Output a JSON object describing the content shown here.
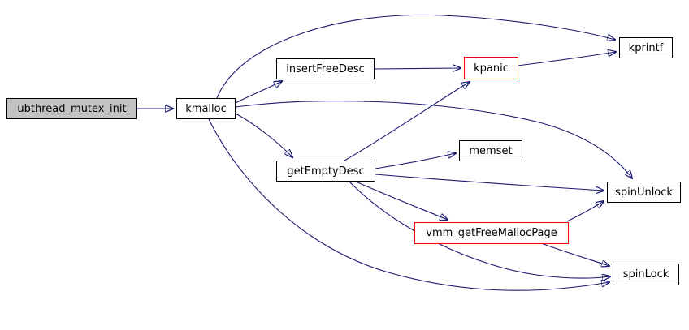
{
  "diagram": {
    "type": "call-graph",
    "nodes": {
      "root": {
        "label": "ubthread_mutex_init",
        "style": "root"
      },
      "kmalloc": {
        "label": "kmalloc",
        "style": "normal"
      },
      "insertFreeDesc": {
        "label": "insertFreeDesc",
        "style": "normal"
      },
      "kpanic": {
        "label": "kpanic",
        "style": "highlight"
      },
      "kprintf": {
        "label": "kprintf",
        "style": "normal"
      },
      "getEmptyDesc": {
        "label": "getEmptyDesc",
        "style": "normal"
      },
      "memset": {
        "label": "memset",
        "style": "normal"
      },
      "vmm": {
        "label": "vmm_getFreeMallocPage",
        "style": "highlight"
      },
      "spinUnlock": {
        "label": "spinUnlock",
        "style": "normal"
      },
      "spinLock": {
        "label": "spinLock",
        "style": "normal"
      }
    },
    "edges": [
      {
        "from": "ubthread_mutex_init",
        "to": "kmalloc"
      },
      {
        "from": "kmalloc",
        "to": "kprintf"
      },
      {
        "from": "kmalloc",
        "to": "insertFreeDesc"
      },
      {
        "from": "kmalloc",
        "to": "getEmptyDesc"
      },
      {
        "from": "kmalloc",
        "to": "spinUnlock"
      },
      {
        "from": "kmalloc",
        "to": "spinLock"
      },
      {
        "from": "insertFreeDesc",
        "to": "kpanic"
      },
      {
        "from": "kpanic",
        "to": "kprintf"
      },
      {
        "from": "getEmptyDesc",
        "to": "kpanic"
      },
      {
        "from": "getEmptyDesc",
        "to": "memset"
      },
      {
        "from": "getEmptyDesc",
        "to": "vmm_getFreeMallocPage"
      },
      {
        "from": "getEmptyDesc",
        "to": "spinUnlock"
      },
      {
        "from": "getEmptyDesc",
        "to": "spinLock"
      },
      {
        "from": "vmm_getFreeMallocPage",
        "to": "spinUnlock"
      },
      {
        "from": "vmm_getFreeMallocPage",
        "to": "spinLock"
      }
    ],
    "colors": {
      "bg": "#ffffff",
      "edge": "#191970",
      "border": "#000000",
      "hl": "#ff0000",
      "fill": "#ffffff",
      "rootfill": "#c3c3c3"
    }
  }
}
